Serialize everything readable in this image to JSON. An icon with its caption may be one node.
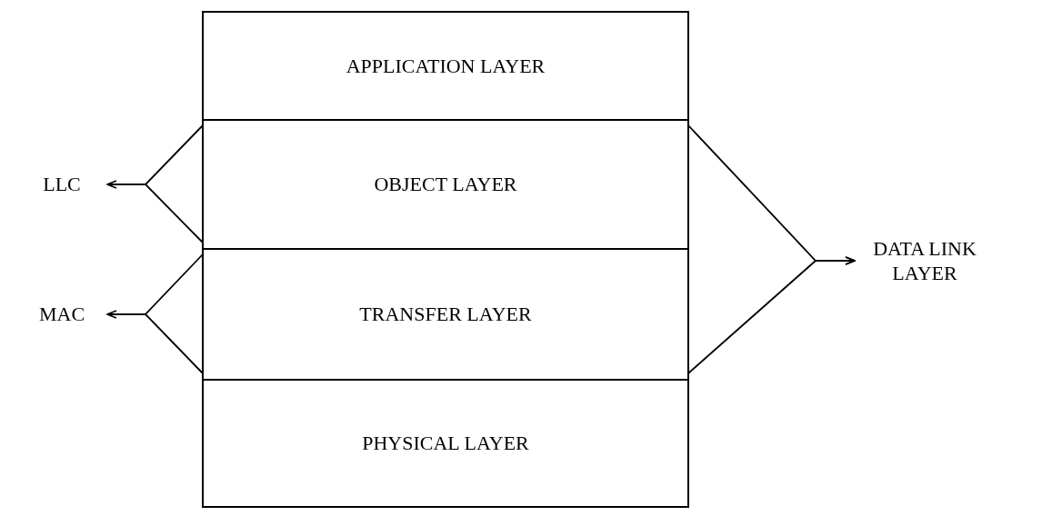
{
  "diagram": {
    "nodes": [
      {
        "text": [
          "APPLICATION LAYER"
        ]
      },
      {
        "text": [
          "OBJECT LAYER"
        ]
      },
      {
        "text": [
          "TRANSFER LAYER"
        ]
      },
      {
        "text": [
          "PHYSICAL LAYER"
        ]
      },
      {
        "text": [
          "LLC"
        ]
      },
      {
        "text": [
          "MAC"
        ]
      },
      {
        "text": [
          "DATA LINK LAYER"
        ]
      }
    ],
    "edges": [
      {
        "from": 1,
        "to": 4,
        "arrow": "to"
      },
      {
        "from": 2,
        "to": 5,
        "arrow": "to"
      },
      {
        "from": 1,
        "to": 6,
        "arrow": "to"
      },
      {
        "from": 2,
        "to": 6,
        "arrow": "to"
      }
    ]
  }
}
